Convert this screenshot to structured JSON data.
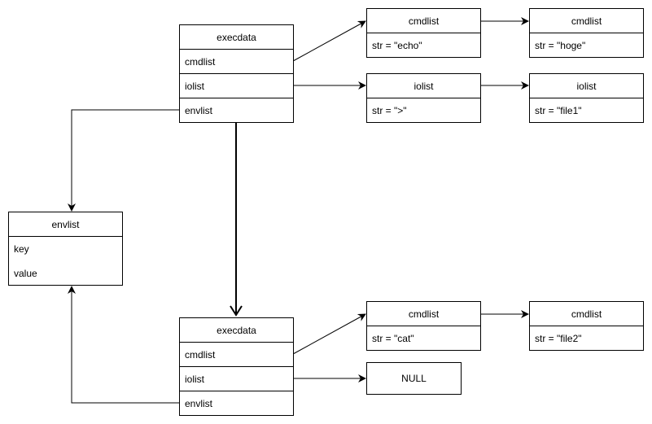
{
  "exec1": {
    "title": "execdata",
    "fields": [
      "cmdlist",
      "iolist",
      "envlist"
    ]
  },
  "exec2": {
    "title": "execdata",
    "fields": [
      "cmdlist",
      "iolist",
      "envlist"
    ]
  },
  "cmd1": {
    "title": "cmdlist",
    "str": "str = \"echo\""
  },
  "cmd2": {
    "title": "cmdlist",
    "str": "str = \"hoge\""
  },
  "io1": {
    "title": "iolist",
    "str": "str = \">\""
  },
  "io2": {
    "title": "iolist",
    "str": "str = \"file1\""
  },
  "cmd3": {
    "title": "cmdlist",
    "str": "str = \"cat\""
  },
  "cmd4": {
    "title": "cmdlist",
    "str": "str = \"file2\""
  },
  "envlist": {
    "title": "envlist",
    "fields": [
      "key",
      "value"
    ]
  },
  "null_node": {
    "label": "NULL"
  }
}
